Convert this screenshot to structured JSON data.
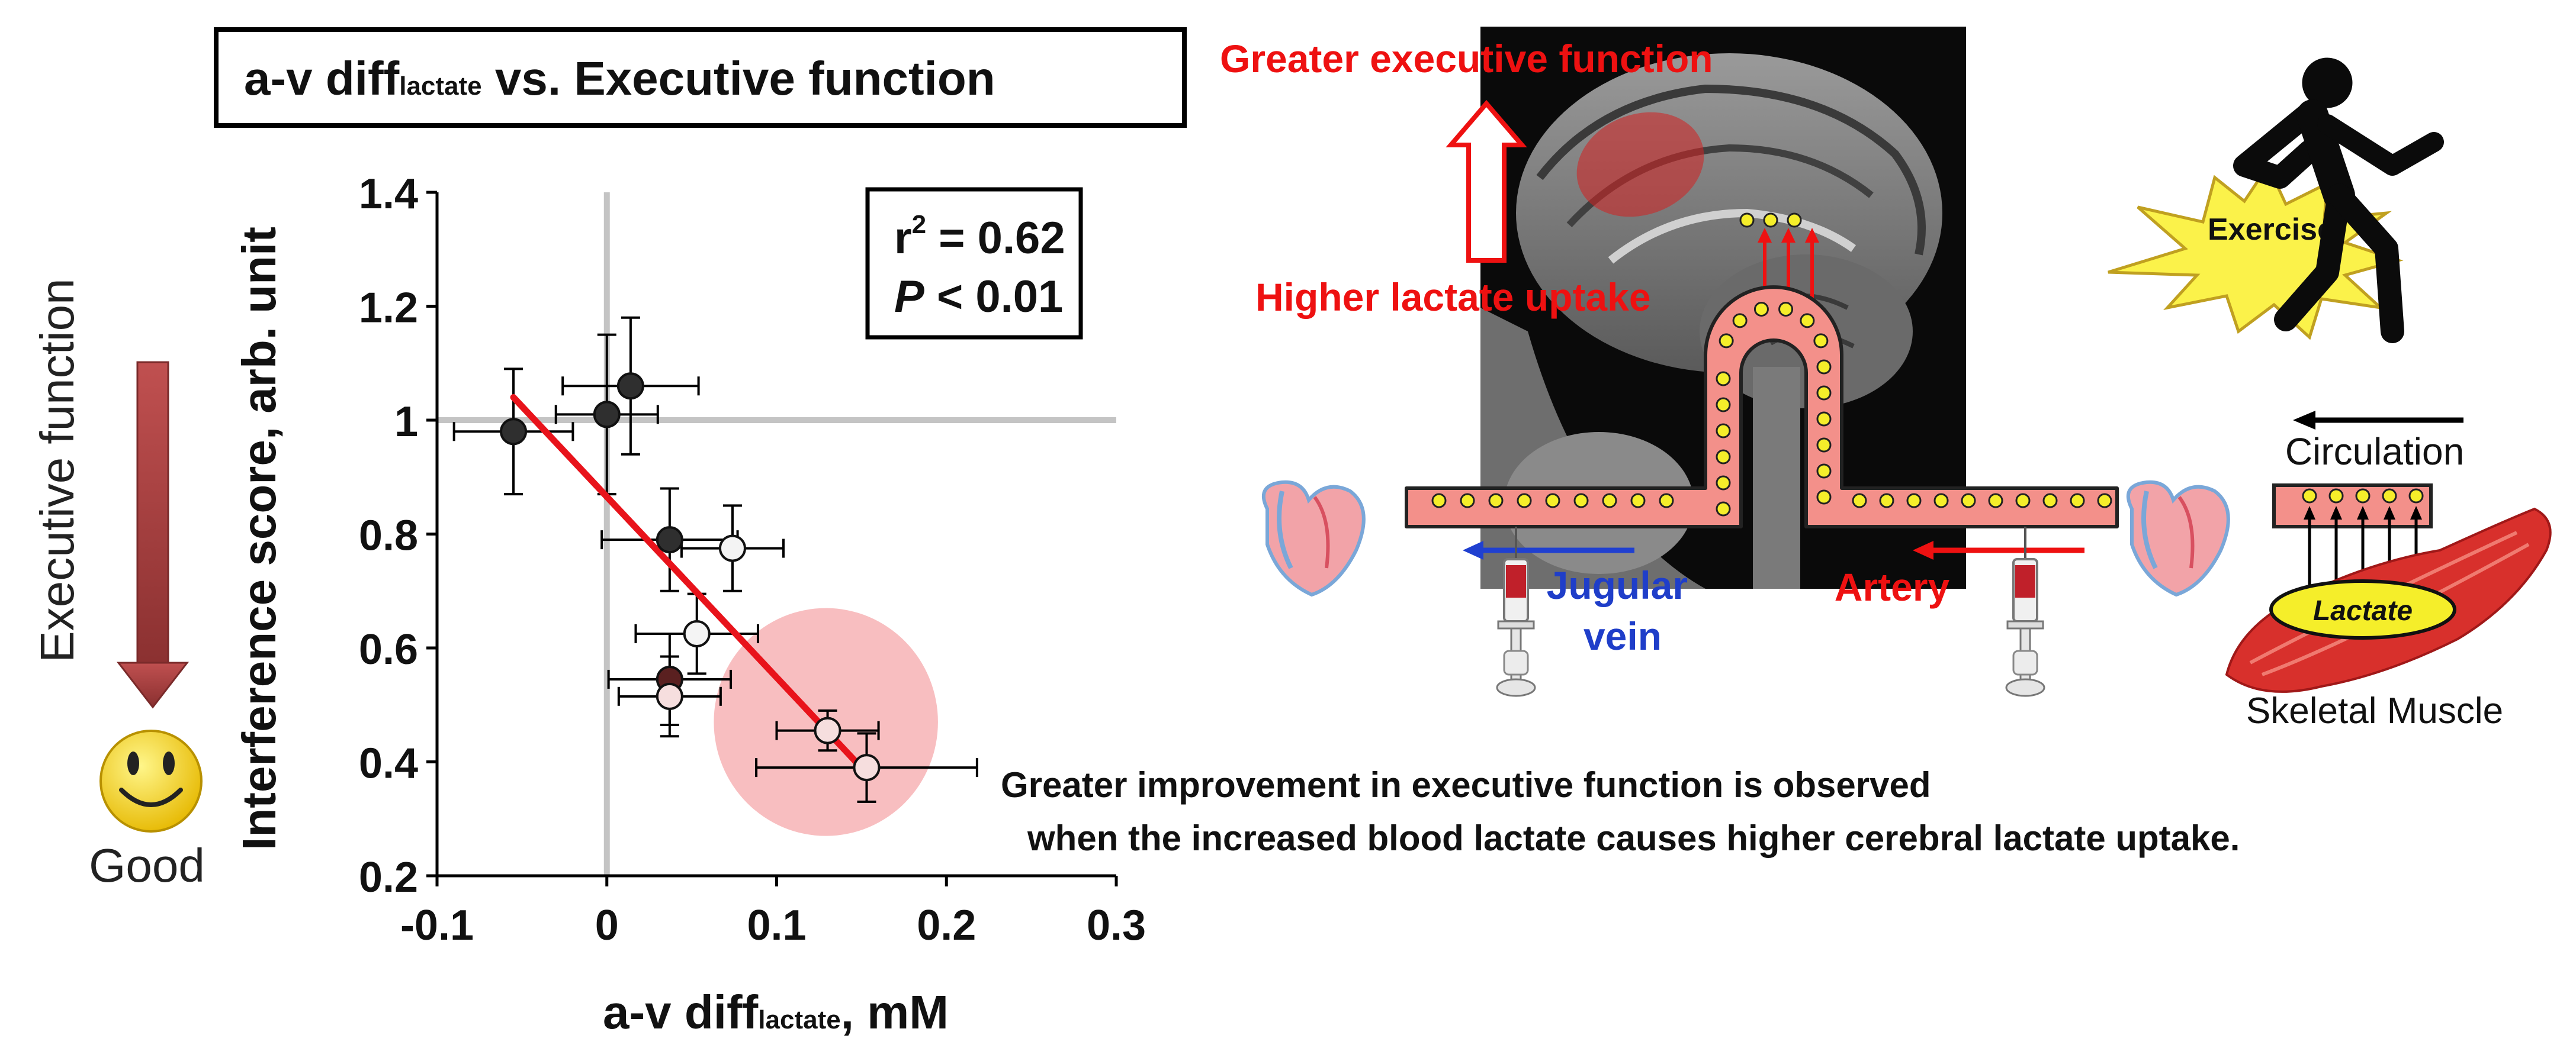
{
  "chart_data": {
    "type": "scatter",
    "title": "a-v diff",
    "title_sub": "lactate",
    "title_rest": " vs. Executive function",
    "xlabel": "a-v diff",
    "xlabel_sub": "lactate",
    "xlabel_rest": ", mM",
    "ylabel": "Interference score, arb. unit",
    "xlim": [
      -0.1,
      0.3
    ],
    "ylim": [
      0.2,
      1.4
    ],
    "x_ticks": [
      -0.1,
      0,
      0.1,
      0.2,
      0.3
    ],
    "x_tick_labels": [
      "-0.1",
      "0",
      "0.1",
      "0.2",
      "0.3"
    ],
    "y_ticks": [
      0.2,
      0.4,
      0.6,
      0.8,
      1.0,
      1.2,
      1.4
    ],
    "y_tick_labels": [
      "0.2",
      "0.4",
      "0.6",
      "0.8",
      "1",
      "1.2",
      "1.4"
    ],
    "reference_lines": {
      "x": 0,
      "y": 1.0
    },
    "grid": false,
    "points": [
      {
        "x": -0.055,
        "y": 0.98,
        "xerr": 0.035,
        "yerr": 0.11,
        "fill": "#2f2f2f"
      },
      {
        "x": 0.0,
        "y": 1.01,
        "xerr": 0.03,
        "yerr": 0.14,
        "fill": "#2f2f2f"
      },
      {
        "x": 0.014,
        "y": 1.06,
        "xerr": 0.04,
        "yerr": 0.12,
        "fill": "#2f2f2f"
      },
      {
        "x": 0.037,
        "y": 0.79,
        "xerr": 0.04,
        "yerr": 0.09,
        "fill": "#2f2f2f"
      },
      {
        "x": 0.074,
        "y": 0.775,
        "xerr": 0.03,
        "yerr": 0.075,
        "fill": "#f4f4f4"
      },
      {
        "x": 0.053,
        "y": 0.625,
        "xerr": 0.036,
        "yerr": 0.07,
        "fill": "#f4f4f4"
      },
      {
        "x": 0.037,
        "y": 0.545,
        "xerr": 0.036,
        "yerr": 0.08,
        "fill": "#5a2020"
      },
      {
        "x": 0.037,
        "y": 0.515,
        "xerr": 0.03,
        "yerr": 0.07,
        "fill": "#f6dede"
      },
      {
        "x": 0.13,
        "y": 0.455,
        "xerr": 0.03,
        "yerr": 0.035,
        "fill": "#f6dede"
      },
      {
        "x": 0.153,
        "y": 0.39,
        "xerr": 0.065,
        "yerr": 0.06,
        "fill": "#f6dede"
      }
    ],
    "regression": {
      "x": [
        -0.055,
        0.153
      ],
      "y": [
        1.04,
        0.38
      ],
      "color": "#e8131b"
    },
    "highlight_ellipse": {
      "cx": 0.129,
      "cy": 0.47,
      "rx": 0.066,
      "ry": 0.2,
      "color": "#f7b3b5"
    },
    "stats_line1": "r",
    "stats_sup": "2",
    "stats_line1_rest": " = 0.62",
    "stats_italic": "P",
    "stats_line2_rest": " < 0.01"
  },
  "left_labels": {
    "executive_function": "Executive function",
    "good": "Good"
  },
  "schematic": {
    "greater_executive_function": "Greater executive function",
    "higher_lactate_uptake": "Higher lactate uptake",
    "jugular_vein": "Jugular\nvein",
    "jugular_vein_line1": "Jugular",
    "jugular_vein_line2": "vein",
    "artery": "Artery",
    "circulation": "Circulation",
    "exercise": "Exercise",
    "lactate": "Lactate",
    "skeletal_muscle": "Skeletal Muscle",
    "caption_line1": "Greater improvement in executive function is observed",
    "caption_line2": "when the increased blood lactate causes higher cerebral lactate uptake."
  },
  "colors": {
    "red_text": "#ee1111",
    "blue_text": "#1f3ec9",
    "vessel_fill": "#f3908a",
    "lactate_dot": "#f5ee2a",
    "arrow_down": "#a4403f",
    "smiley": "#f5d200"
  }
}
